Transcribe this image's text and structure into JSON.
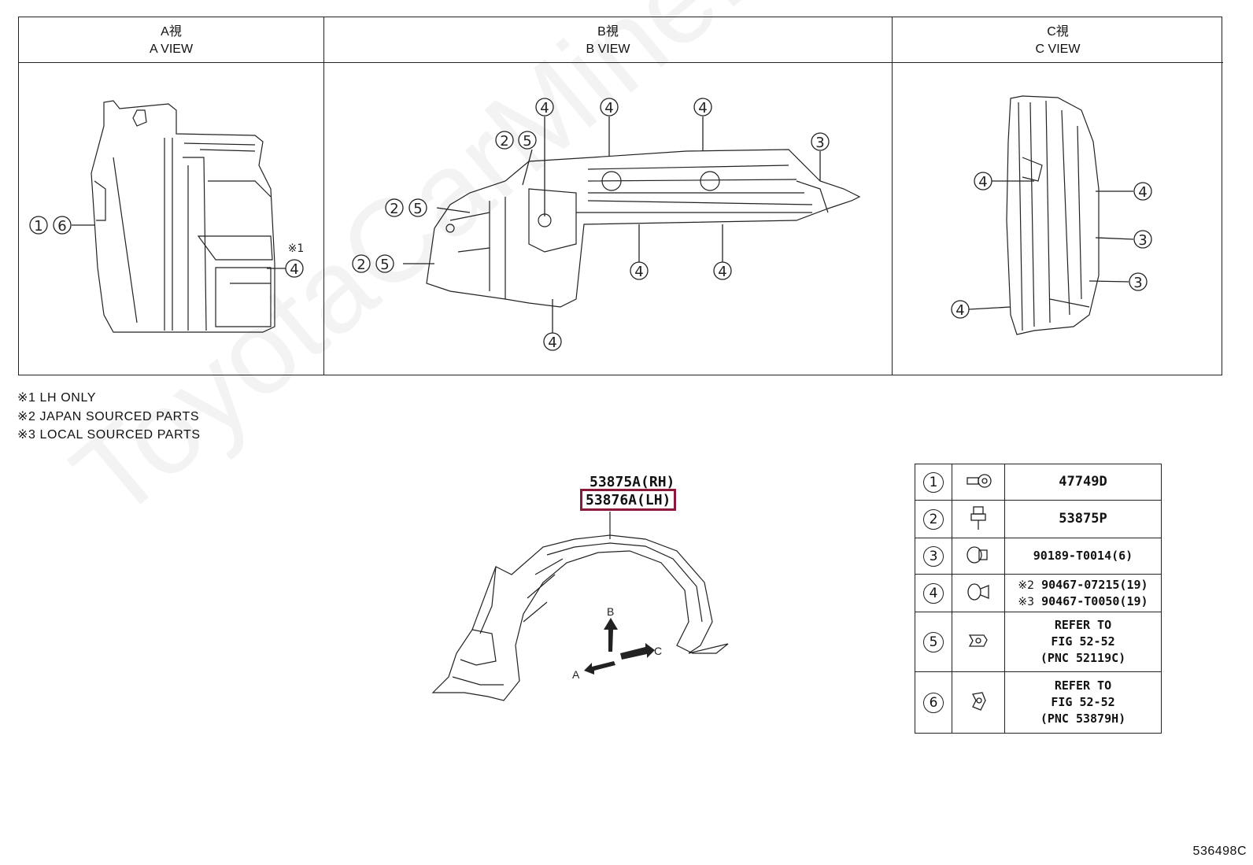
{
  "views": [
    {
      "jp": "A視",
      "en": "A VIEW"
    },
    {
      "jp": "B視",
      "en": "B VIEW"
    },
    {
      "jp": "C視",
      "en": "C VIEW"
    }
  ],
  "callouts": {
    "a_1": "1",
    "a_6": "6",
    "a_4": "4",
    "a_note": "※1",
    "b_2a": "2",
    "b_5a": "5",
    "b_2b": "2",
    "b_5b": "5",
    "b_2c": "2",
    "b_5c": "5",
    "b_4a": "4",
    "b_4b": "4",
    "b_4c": "4",
    "b_3": "3",
    "b_4d": "4",
    "b_4e": "4",
    "b_4f": "4",
    "c_4a": "4",
    "c_4b": "4",
    "c_3a": "3",
    "c_3b": "3",
    "c_4c": "4"
  },
  "notes": [
    "※1 LH ONLY",
    "※2 JAPAN SOURCED PARTS",
    "※3 LOCAL SOURCED PARTS"
  ],
  "part_numbers": {
    "rh": "53875A(RH)",
    "lh": "53876A(LH)"
  },
  "direction_labels": {
    "a": "A",
    "b": "B",
    "c": "C"
  },
  "legend": [
    {
      "num": "1",
      "icon": "screw-grommet-icon",
      "part": "47749D"
    },
    {
      "num": "2",
      "icon": "bolt-icon",
      "part": "53875P"
    },
    {
      "num": "3",
      "icon": "plug-clip-icon",
      "part": "90189-T0014(6)"
    },
    {
      "num": "4",
      "icon": "push-clip-icon",
      "mark1": "※2",
      "part1": "90467-07215(19)",
      "mark2": "※3",
      "part2": "90467-T0050(19)"
    },
    {
      "num": "5",
      "icon": "u-nut-icon",
      "l1": "REFER TO",
      "l2": "FIG 52-52",
      "l3": "(PNC 52119C)"
    },
    {
      "num": "6",
      "icon": "clip-nut-icon",
      "l1": "REFER TO",
      "l2": "FIG 52-52",
      "l3": "(PNC 53879H)"
    }
  ],
  "watermark": "ToyotaCarMine.ru",
  "diagram_id": "536498C",
  "colors": {
    "highlight": "#8b1a3a",
    "line": "#222222"
  }
}
